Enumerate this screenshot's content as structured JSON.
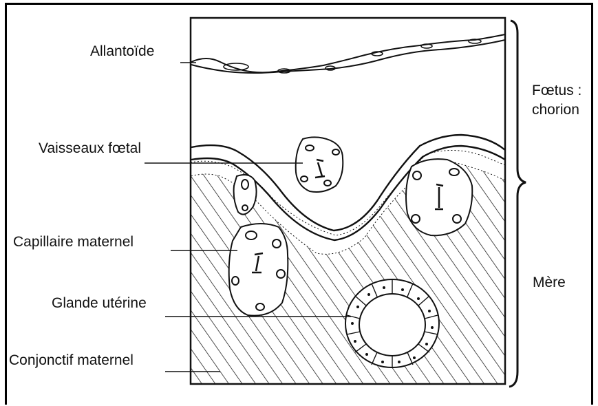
{
  "labels": {
    "allantoide": "Allantoïde",
    "vaisseaux": "Vaisseaux fœtal",
    "capillaire": "Capillaire maternel",
    "glande": "Glande utérine",
    "conjonctif": "Conjonctif maternel",
    "foetus_line1": "Fœtus :",
    "foetus_line2": "chorion",
    "mere": "Mère"
  },
  "colors": {
    "ink": "#111111",
    "background": "#ffffff"
  }
}
